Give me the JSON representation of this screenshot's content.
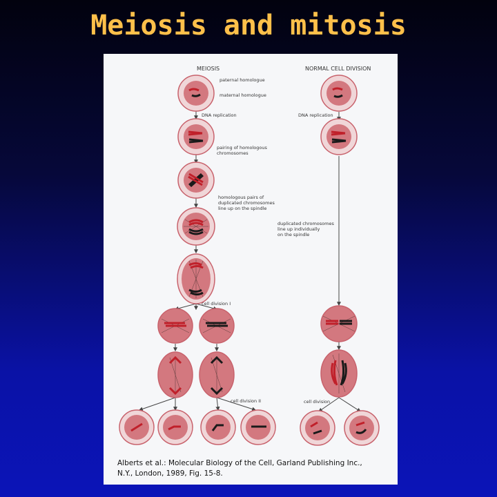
{
  "slide": {
    "title": "Meiosis and mitosis"
  },
  "figure": {
    "left_header": "MEIOSIS",
    "right_header": "NORMAL CELL DIVISION",
    "labels": {
      "paternal": "paternal homologue",
      "maternal": "maternal homologue",
      "dna_rep_left": "DNA replication",
      "dna_rep_right": "DNA replication",
      "pairing": "pairing of homologous chromosomes",
      "line_up_pairs": "homologous pairs of duplicated chromosomes line up on the spindle",
      "line_up_individual": "duplicated chromosomes line up individually on the spindle",
      "cell_division_1": "cell division I",
      "cell_division_2": "cell division II",
      "cell_division": "cell division"
    },
    "colors": {
      "cell_fill": "#d3787f",
      "cell_rim": "#f0d6d8",
      "paternal": "#c0202a",
      "maternal": "#1a1a1a"
    }
  },
  "caption": {
    "line1": "Alberts et al.: Molecular Biology of the Cell, Garland Publishing Inc.,",
    "line2": "N.Y., London, 1989, Fig. 15-8."
  }
}
